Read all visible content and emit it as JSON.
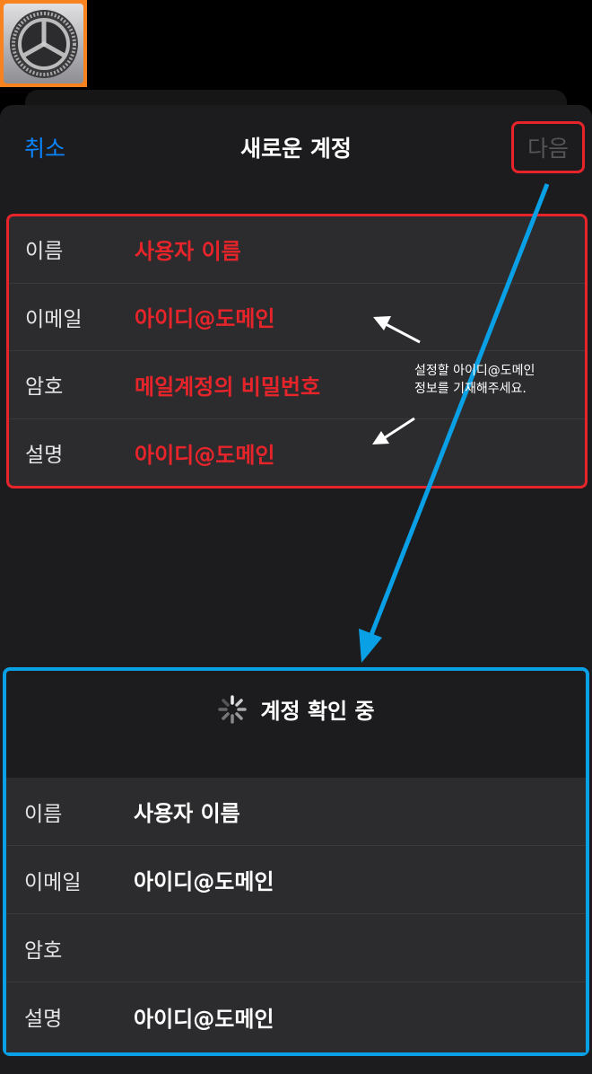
{
  "header": {
    "cancel": "취소",
    "title": "새로운 계정",
    "next": "다음"
  },
  "form": [
    {
      "label": "이름",
      "value": "사용자 이름"
    },
    {
      "label": "이메일",
      "value": "아이디@도메인"
    },
    {
      "label": "암호",
      "value": "메일계정의 비밀번호"
    },
    {
      "label": "설명",
      "value": "아이디@도메인"
    }
  ],
  "annotation": {
    "line1": "설정할 아이디@도메인",
    "line2": "정보를 기재해주세요."
  },
  "verify": {
    "status": "계정 확인 중"
  },
  "verify_form": [
    {
      "label": "이름",
      "value": "사용자 이름"
    },
    {
      "label": "이메일",
      "value": "아이디@도메인"
    },
    {
      "label": "암호",
      "value": ""
    },
    {
      "label": "설명",
      "value": "아이디@도메인"
    }
  ],
  "colors": {
    "accent": "#0a84ff",
    "highlight_red": "#e8242b",
    "highlight_blue": "#0aa0e6"
  }
}
